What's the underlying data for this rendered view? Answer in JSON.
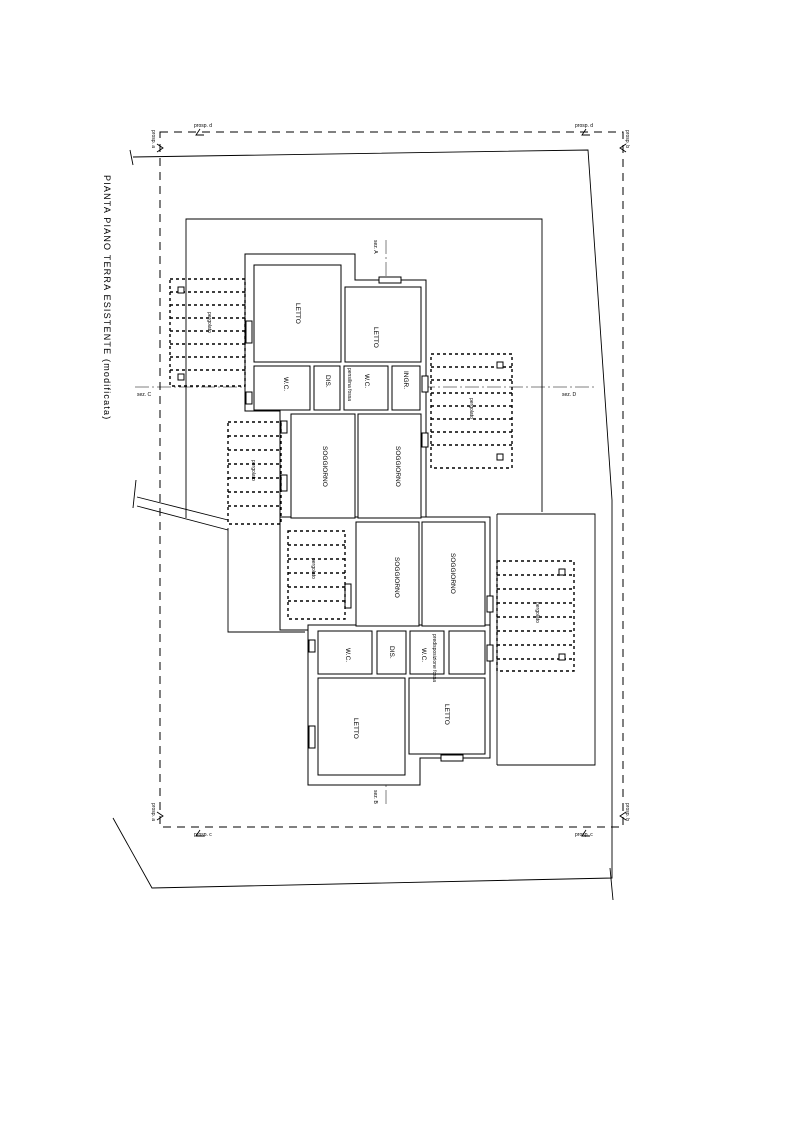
{
  "title": "PIANTA  PIANO  TERRA  ESISTENTE (modificata)",
  "prospetti": {
    "a": "prosp. a",
    "b": "prosp. b",
    "c": "prosp. c",
    "d": "prosp. d"
  },
  "sezioni": {
    "A": "sez. A",
    "B": "sez. B",
    "C": "sez. C",
    "D": "sez. D"
  },
  "rooms": {
    "letto": "LETTO",
    "wc": "W.C.",
    "dis": "DIS.",
    "ingr": "INGR.",
    "soggiorno": "SOGGIORNO",
    "pergolato": "pergolato",
    "pensilina": "pensilina fossa",
    "predisposizione": "predisposizione fossa"
  }
}
